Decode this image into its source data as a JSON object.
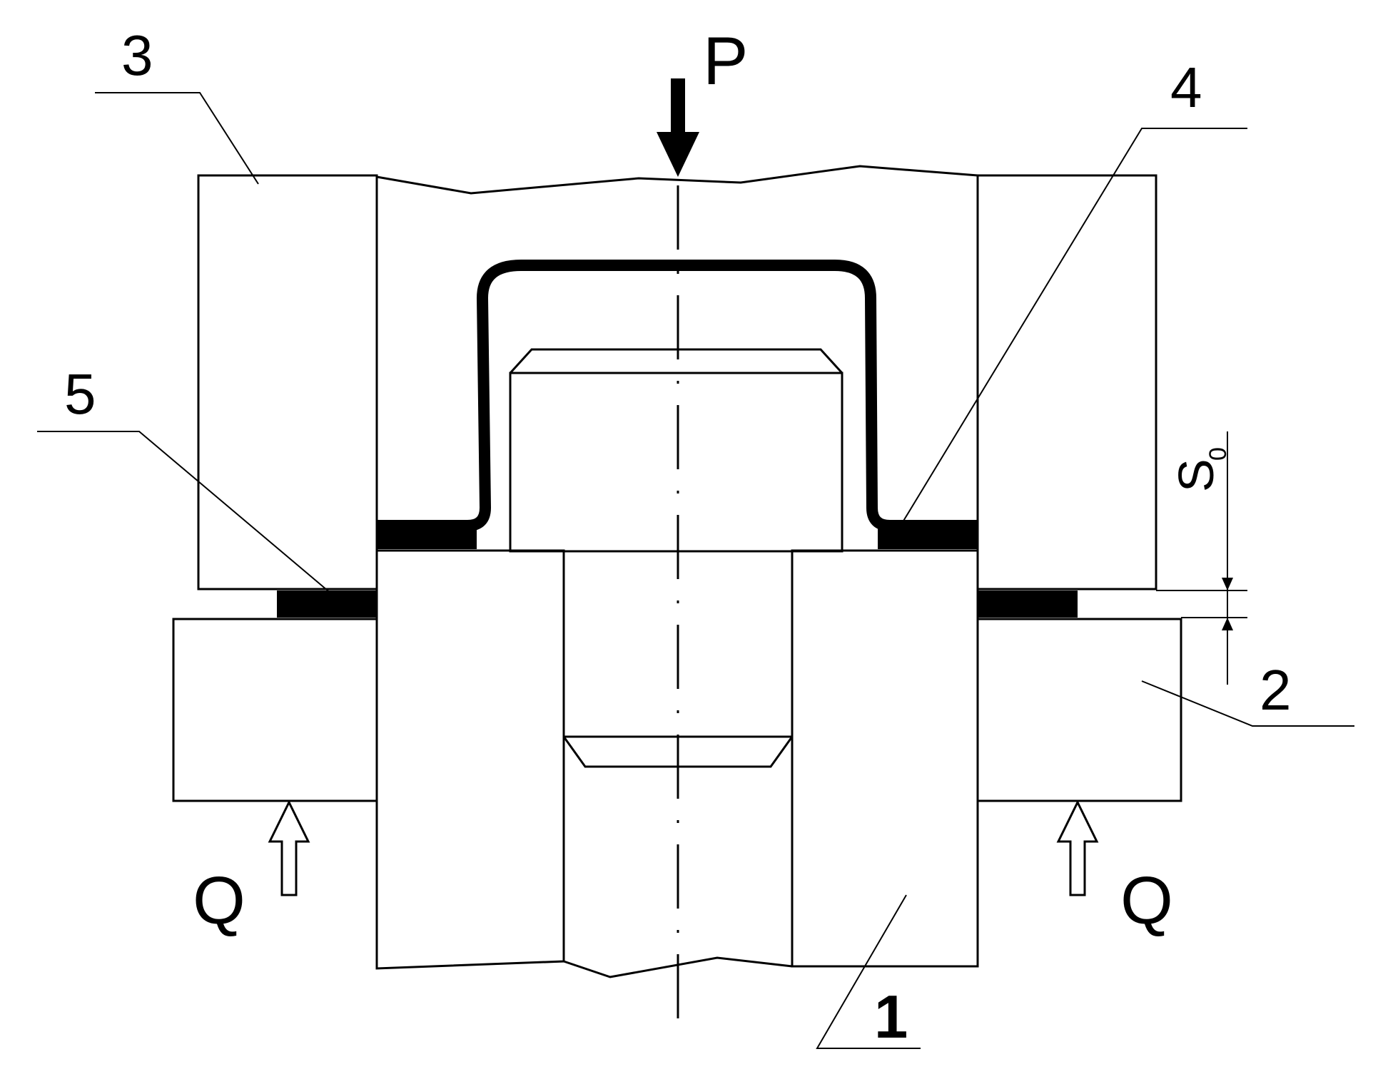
{
  "labels": {
    "force_p": "P",
    "force_q_left": "Q",
    "force_q_right": "Q",
    "part_1": "1",
    "part_2": "2",
    "part_3": "3",
    "part_4": "4",
    "part_5": "5",
    "dim_s": "S",
    "dim_s_sub": "0"
  }
}
